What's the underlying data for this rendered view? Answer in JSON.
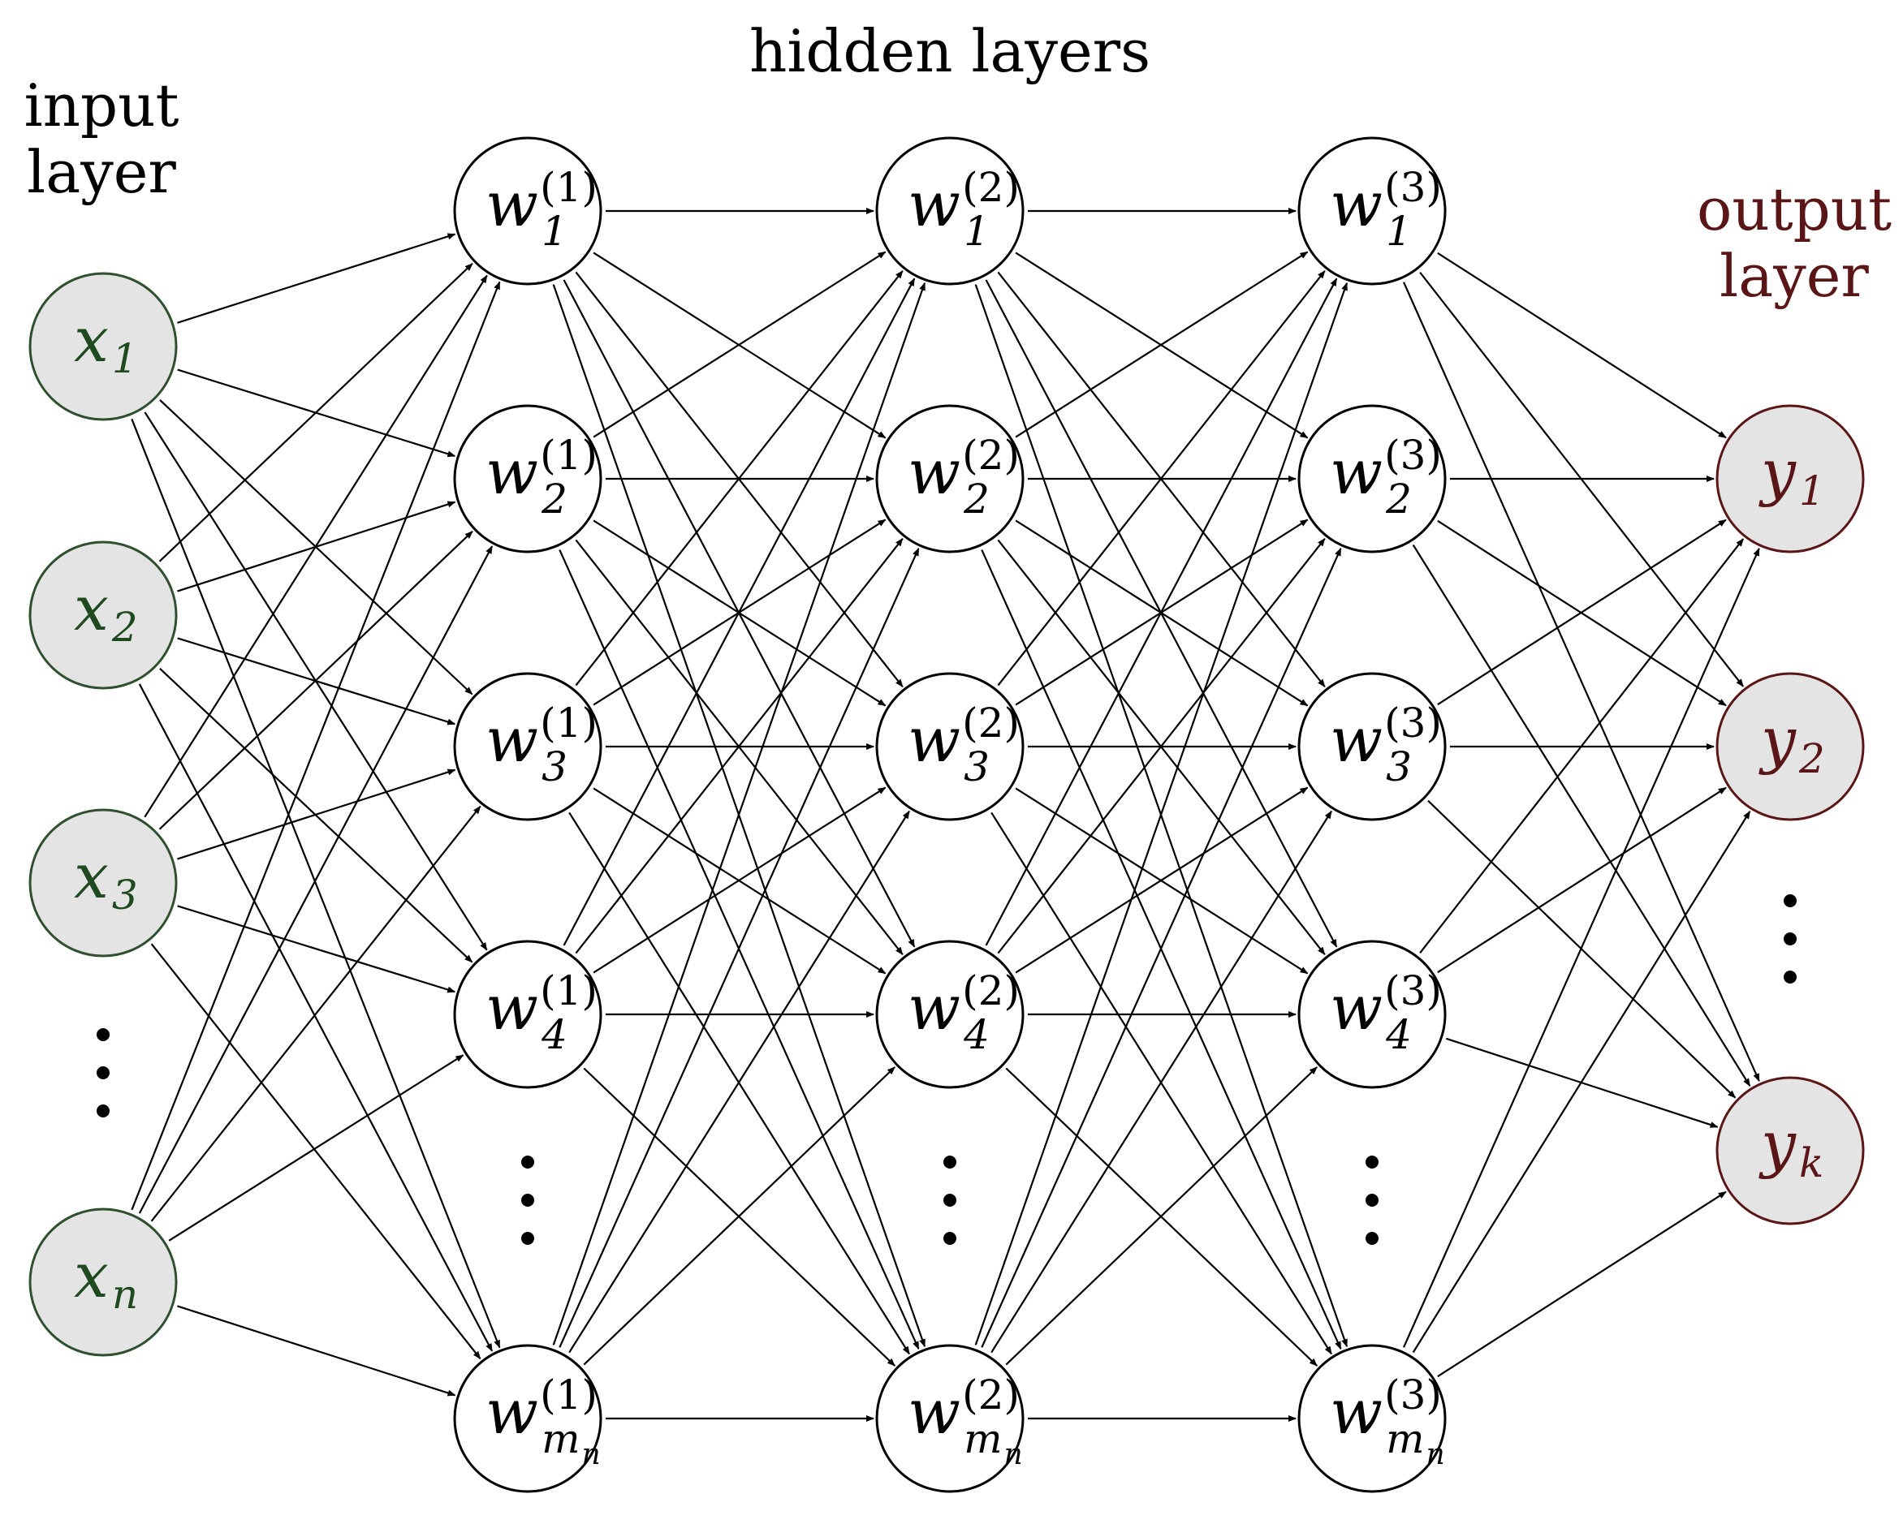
{
  "labels": {
    "input_line1": "input",
    "input_line2": "layer",
    "hidden": "hidden layers",
    "output_line1": "output",
    "output_line2": "layer"
  },
  "colors": {
    "input_stroke": "#2f4f2f",
    "input_text": "#1f4a1f",
    "input_fill": "#e4e4e4",
    "output_stroke": "#5a1616",
    "output_text": "#5a1616",
    "output_fill": "#e4e4e4",
    "hidden_stroke": "#000000",
    "hidden_fill": "#ffffff",
    "edge": "#000000"
  },
  "input_nodes": [
    {
      "main": "x",
      "sub": "1"
    },
    {
      "main": "x",
      "sub": "2"
    },
    {
      "main": "x",
      "sub": "3"
    },
    {
      "main": "x",
      "sub": "n"
    }
  ],
  "hidden_layers": [
    {
      "sup": "(1)",
      "nodes": [
        {
          "main": "w",
          "sub": "1"
        },
        {
          "main": "w",
          "sub": "2"
        },
        {
          "main": "w",
          "sub": "3"
        },
        {
          "main": "w",
          "sub": "4"
        },
        {
          "main": "w",
          "sub": "m",
          "subsub": "n"
        }
      ]
    },
    {
      "sup": "(2)",
      "nodes": [
        {
          "main": "w",
          "sub": "1"
        },
        {
          "main": "w",
          "sub": "2"
        },
        {
          "main": "w",
          "sub": "3"
        },
        {
          "main": "w",
          "sub": "4"
        },
        {
          "main": "w",
          "sub": "m",
          "subsub": "n"
        }
      ]
    },
    {
      "sup": "(3)",
      "nodes": [
        {
          "main": "w",
          "sub": "1"
        },
        {
          "main": "w",
          "sub": "2"
        },
        {
          "main": "w",
          "sub": "3"
        },
        {
          "main": "w",
          "sub": "4"
        },
        {
          "main": "w",
          "sub": "m",
          "subsub": "n"
        }
      ]
    }
  ],
  "output_nodes": [
    {
      "main": "y",
      "sub": "1"
    },
    {
      "main": "y",
      "sub": "2"
    },
    {
      "main": "y",
      "sub": "k"
    }
  ],
  "ellipsis_icon": "vertical-ellipsis"
}
